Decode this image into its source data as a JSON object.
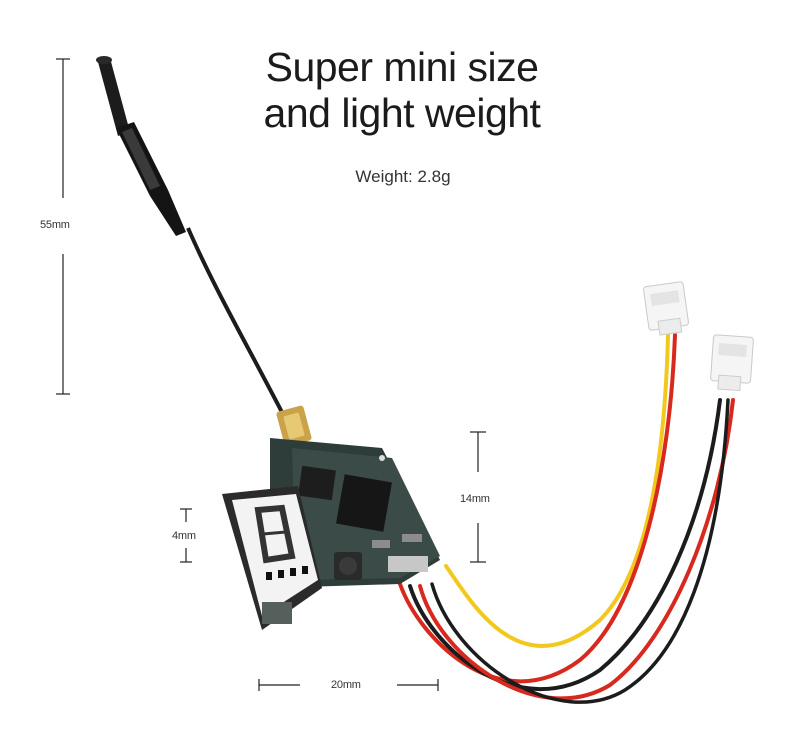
{
  "headline": {
    "line1": "Super mini size",
    "line2": "and light weight"
  },
  "weight_label": "Weight: 2.8g",
  "dimensions": {
    "length": "55mm",
    "height": "14mm",
    "thickness": "4mm",
    "width": "20mm"
  },
  "colors": {
    "background": "#ffffff",
    "pcb": "#2e3d3a",
    "antenna": "#1a1a1a",
    "wire_red": "#d8291f",
    "wire_black": "#1c1c1c",
    "wire_yellow": "#f2c81e",
    "connector": "#f4f4f4"
  }
}
